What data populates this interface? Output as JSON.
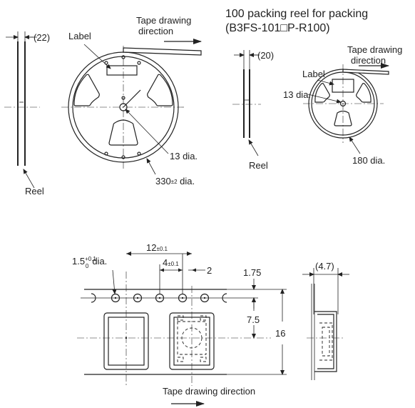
{
  "reel330": {
    "width_label": "(22)",
    "label": "Label",
    "tape_direction_line1": "Tape drawing",
    "tape_direction_line2": "direction",
    "hub_label": "13 dia.",
    "diameter_value": "330",
    "diameter_tol": "±2",
    "diameter_unit": " dia.",
    "reel_label": "Reel"
  },
  "reel180": {
    "title_line1": "100 packing reel for packing",
    "title_line2": "(B3FS-101□P-R100)",
    "width_label": "(20)",
    "label": "Label",
    "tape_direction_line1": "Tape drawing",
    "tape_direction_line2": "direction",
    "hub_label": "13 dia.",
    "reel_label": "Reel",
    "diameter_label": "180 dia."
  },
  "tape": {
    "hole_dia_value": "1.5",
    "hole_dia_tol_upper": "+0.1",
    "hole_dia_tol_lower": "0",
    "hole_dia_unit": "dia.",
    "pitch_value": "12",
    "pitch_tol": "±0.1",
    "hole_pitch_value": "4",
    "hole_pitch_tol": "±0.1",
    "offset_label": "2",
    "edge_dim": "1.75",
    "center_dim": "7.5",
    "width_dim": "16",
    "thickness_label": "(4.7)",
    "direction": "Tape drawing direction"
  }
}
